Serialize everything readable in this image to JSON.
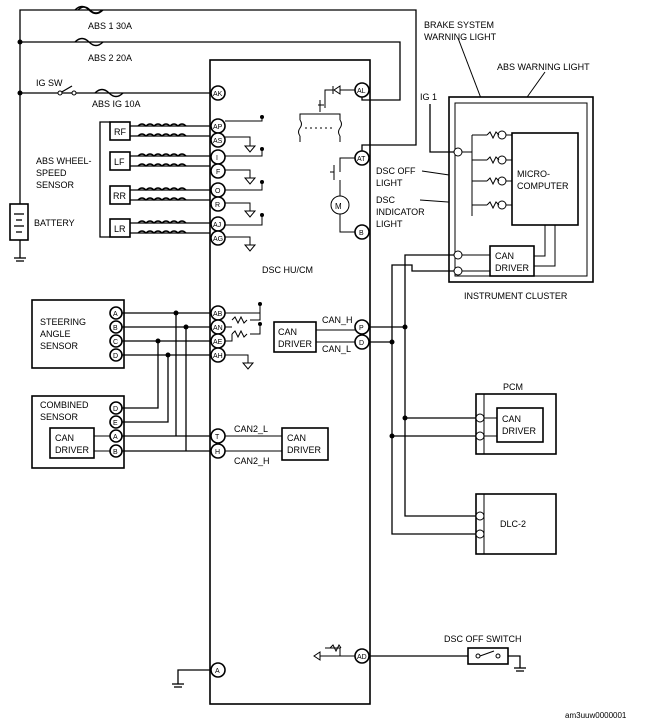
{
  "fuses": {
    "abs1": "ABS 1 30A",
    "abs2": "ABS 2 20A",
    "ig_sw": "IG SW",
    "abs_ig": "ABS IG 10A"
  },
  "battery": "BATTERY",
  "wheel_sensor": {
    "label": [
      "ABS WHEEL-",
      "SPEED",
      "SENSOR"
    ],
    "units": [
      "RF",
      "LF",
      "RR",
      "LR"
    ]
  },
  "module": {
    "name": "DSC HU/CM",
    "pins_left": [
      "AK",
      "AP",
      "AS",
      "I",
      "F",
      "O",
      "R",
      "AJ",
      "AG",
      "AB",
      "AN",
      "AE",
      "AH",
      "T",
      "H",
      "A"
    ],
    "pins_right": [
      "AL",
      "AT",
      "B",
      "P",
      "D",
      "AD"
    ],
    "can_driver": [
      "CAN",
      "DRIVER"
    ],
    "can_h": "CAN_H",
    "can_l": "CAN_L",
    "can2_l": "CAN2_L",
    "can2_h": "CAN2_H"
  },
  "steering": {
    "label": [
      "STEERING",
      "ANGLE",
      "SENSOR"
    ],
    "pins": [
      "A",
      "B",
      "C",
      "D"
    ]
  },
  "combined": {
    "label": [
      "COMBINED",
      "SENSOR"
    ],
    "pins": [
      "D",
      "E",
      "A",
      "B"
    ]
  },
  "can_driver_2": [
    "CAN",
    "DRIVER"
  ],
  "cluster": {
    "brake_light": [
      "BRAKE SYSTEM",
      "WARNING LIGHT"
    ],
    "abs_light": "ABS WARNING LIGHT",
    "ig1": "IG 1",
    "dsc_off_light": [
      "DSC OFF",
      "LIGHT"
    ],
    "dsc_indicator": [
      "DSC",
      "INDICATOR",
      "LIGHT"
    ],
    "micro": [
      "MICRO-",
      "COMPUTER"
    ],
    "can_driver": [
      "CAN",
      "DRIVER"
    ],
    "name": "INSTRUMENT CLUSTER"
  },
  "pcm": {
    "name": "PCM",
    "can_driver": [
      "CAN",
      "DRIVER"
    ]
  },
  "dlc": "DLC-2",
  "dsc_off_switch": "DSC OFF SWITCH",
  "figure_id": "am3uuw0000001"
}
